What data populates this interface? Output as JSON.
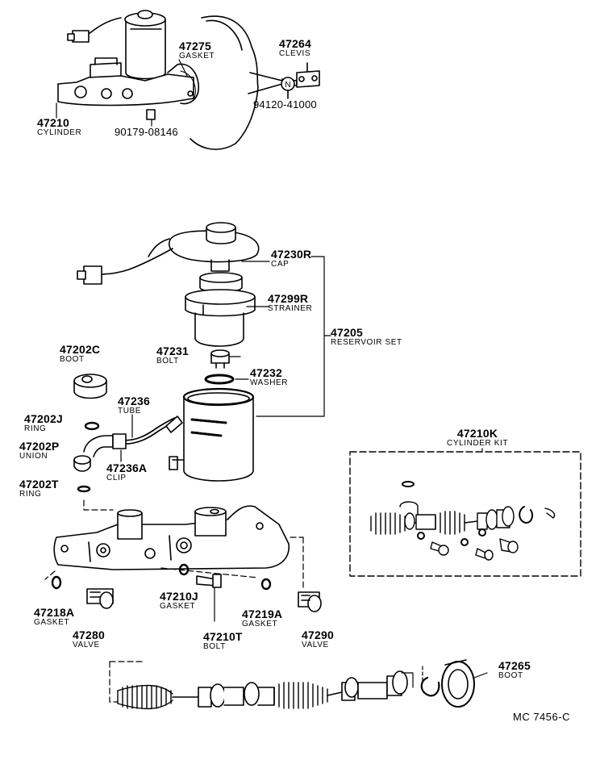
{
  "top_assembly": {
    "cylinder": {
      "number": "47210",
      "name": "CYLINDER"
    },
    "gasket": {
      "number": "47275",
      "name": "GASKET"
    },
    "clevis": {
      "number": "47264",
      "name": "CLEVIS"
    },
    "nut": {
      "number": "94120-41000"
    },
    "bolt": {
      "number": "90179-08146"
    }
  },
  "reservoir": {
    "cap": {
      "number": "47230R",
      "name": "CAP"
    },
    "strainer": {
      "number": "47299R",
      "name": "STRAINER"
    },
    "set": {
      "number": "47205",
      "name": "RESERVOIR SET"
    },
    "bolt": {
      "number": "47231",
      "name": "BOLT"
    },
    "washer": {
      "number": "47232",
      "name": "WASHER"
    }
  },
  "left_parts": {
    "boot": {
      "number": "47202C",
      "name": "BOOT"
    },
    "tube": {
      "number": "47236",
      "name": "TUBE"
    },
    "ring_j": {
      "number": "47202J",
      "name": "RING"
    },
    "union": {
      "number": "47202P",
      "name": "UNION"
    },
    "clip": {
      "number": "47236A",
      "name": "CLIP"
    },
    "ring_t": {
      "number": "47202T",
      "name": "RING"
    }
  },
  "cylinder_kit": {
    "number": "47210K",
    "name": "CYLINDER KIT"
  },
  "bottom_parts": {
    "gasket_218a": {
      "number": "47218A",
      "name": "GASKET"
    },
    "valve_280": {
      "number": "47280",
      "name": "VALVE"
    },
    "gasket_210j": {
      "number": "47210J",
      "name": "GASKET"
    },
    "bolt_210t": {
      "number": "47210T",
      "name": "BOLT"
    },
    "gasket_219a": {
      "number": "47219A",
      "name": "GASKET"
    },
    "valve_290": {
      "number": "47290",
      "name": "VALVE"
    },
    "boot_265": {
      "number": "47265",
      "name": "BOOT"
    }
  },
  "figure_code": "MC 7456-C",
  "nut_symbol": "N"
}
